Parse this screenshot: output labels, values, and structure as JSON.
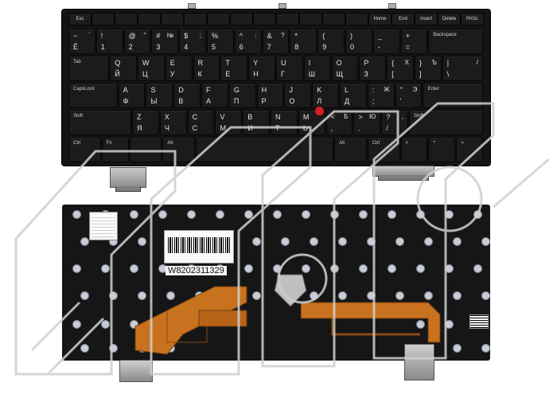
{
  "watermark": {
    "text": "ОКНЦ"
  },
  "top_keyboard": {
    "fn_keys": [
      "Esc",
      "",
      "",
      "",
      "",
      "",
      "",
      "",
      "",
      "",
      "",
      "",
      "",
      "Home",
      "End",
      "Insert",
      "Delete",
      "PrtSc"
    ],
    "rows": [
      [
        {
          "lat": "~",
          "cyr": "Ё",
          "lat2": "`"
        },
        {
          "lat": "!",
          "cyr": "1"
        },
        {
          "lat": "@",
          "cyr": "2",
          "lat2": "\""
        },
        {
          "lat": "#",
          "cyr": "3",
          "lat2": "№"
        },
        {
          "lat": "$",
          "cyr": "4",
          "lat2": ";"
        },
        {
          "lat": "%",
          "cyr": "5"
        },
        {
          "lat": "^",
          "cyr": "6",
          "lat2": ":"
        },
        {
          "lat": "&",
          "cyr": "7",
          "lat2": "?"
        },
        {
          "lat": "*",
          "cyr": "8"
        },
        {
          "lat": "(",
          "cyr": "9"
        },
        {
          "lat": ")",
          "cyr": "0"
        },
        {
          "lat": "_",
          "cyr": "-"
        },
        {
          "lat": "+",
          "cyr": "="
        },
        {
          "mod": "Backspace"
        }
      ],
      [
        {
          "mod": "Tab"
        },
        {
          "lat": "Q",
          "cyr": "Й"
        },
        {
          "lat": "W",
          "cyr": "Ц"
        },
        {
          "lat": "E",
          "cyr": "У"
        },
        {
          "lat": "R",
          "cyr": "К"
        },
        {
          "lat": "T",
          "cyr": "Е"
        },
        {
          "lat": "Y",
          "cyr": "Н"
        },
        {
          "lat": "U",
          "cyr": "Г"
        },
        {
          "lat": "I",
          "cyr": "Ш"
        },
        {
          "lat": "O",
          "cyr": "Щ"
        },
        {
          "lat": "P",
          "cyr": "З"
        },
        {
          "lat": "{",
          "cyr": "[",
          "lat2": "Х"
        },
        {
          "lat": "}",
          "cyr": "]",
          "lat2": "Ъ"
        },
        {
          "lat": "|",
          "cyr": "\\",
          "lat2": "/"
        }
      ],
      [
        {
          "mod": "CapsLock"
        },
        {
          "lat": "A",
          "cyr": "Ф"
        },
        {
          "lat": "S",
          "cyr": "Ы"
        },
        {
          "lat": "D",
          "cyr": "В"
        },
        {
          "lat": "F",
          "cyr": "А"
        },
        {
          "lat": "G",
          "cyr": "П"
        },
        {
          "lat": "H",
          "cyr": "Р"
        },
        {
          "lat": "J",
          "cyr": "О"
        },
        {
          "lat": "K",
          "cyr": "Л"
        },
        {
          "lat": "L",
          "cyr": "Д"
        },
        {
          "lat": ":",
          "cyr": ";",
          "lat2": "Ж"
        },
        {
          "lat": "\"",
          "cyr": "'",
          "lat2": "Э"
        },
        {
          "mod": "Enter"
        }
      ],
      [
        {
          "mod": "Shift"
        },
        {
          "lat": "Z",
          "cyr": "Я"
        },
        {
          "lat": "X",
          "cyr": "Ч"
        },
        {
          "lat": "C",
          "cyr": "С"
        },
        {
          "lat": "V",
          "cyr": "М"
        },
        {
          "lat": "B",
          "cyr": "И"
        },
        {
          "lat": "N",
          "cyr": "Т"
        },
        {
          "lat": "M",
          "cyr": "Ь"
        },
        {
          "lat": "<",
          "cyr": ",",
          "lat2": "Б"
        },
        {
          "lat": ">",
          "cyr": ".",
          "lat2": "Ю"
        },
        {
          "lat": "?",
          "cyr": "/",
          "lat2": ","
        },
        {
          "mod": "Shift"
        }
      ],
      [
        {
          "mod": "Ctrl"
        },
        {
          "mod": "Fn"
        },
        {
          "mod": ""
        },
        {
          "mod": "Alt"
        },
        {
          "mod": ""
        },
        {
          "mod": "Alt"
        },
        {
          "mod": "Ctrl"
        },
        {
          "mod": "<"
        },
        {
          "mod": "^"
        },
        {
          "mod": ">"
        }
      ]
    ]
  },
  "bottom_keyboard": {
    "sticker_text": "",
    "barcode_digits": "",
    "part_number": "W8202311329"
  },
  "colors": {
    "keyboard_black": "#141414",
    "trackpoint_red": "#d4202a",
    "flex_cable_orange": "#c8721f",
    "watermark_gray": "#d9d9d9"
  }
}
